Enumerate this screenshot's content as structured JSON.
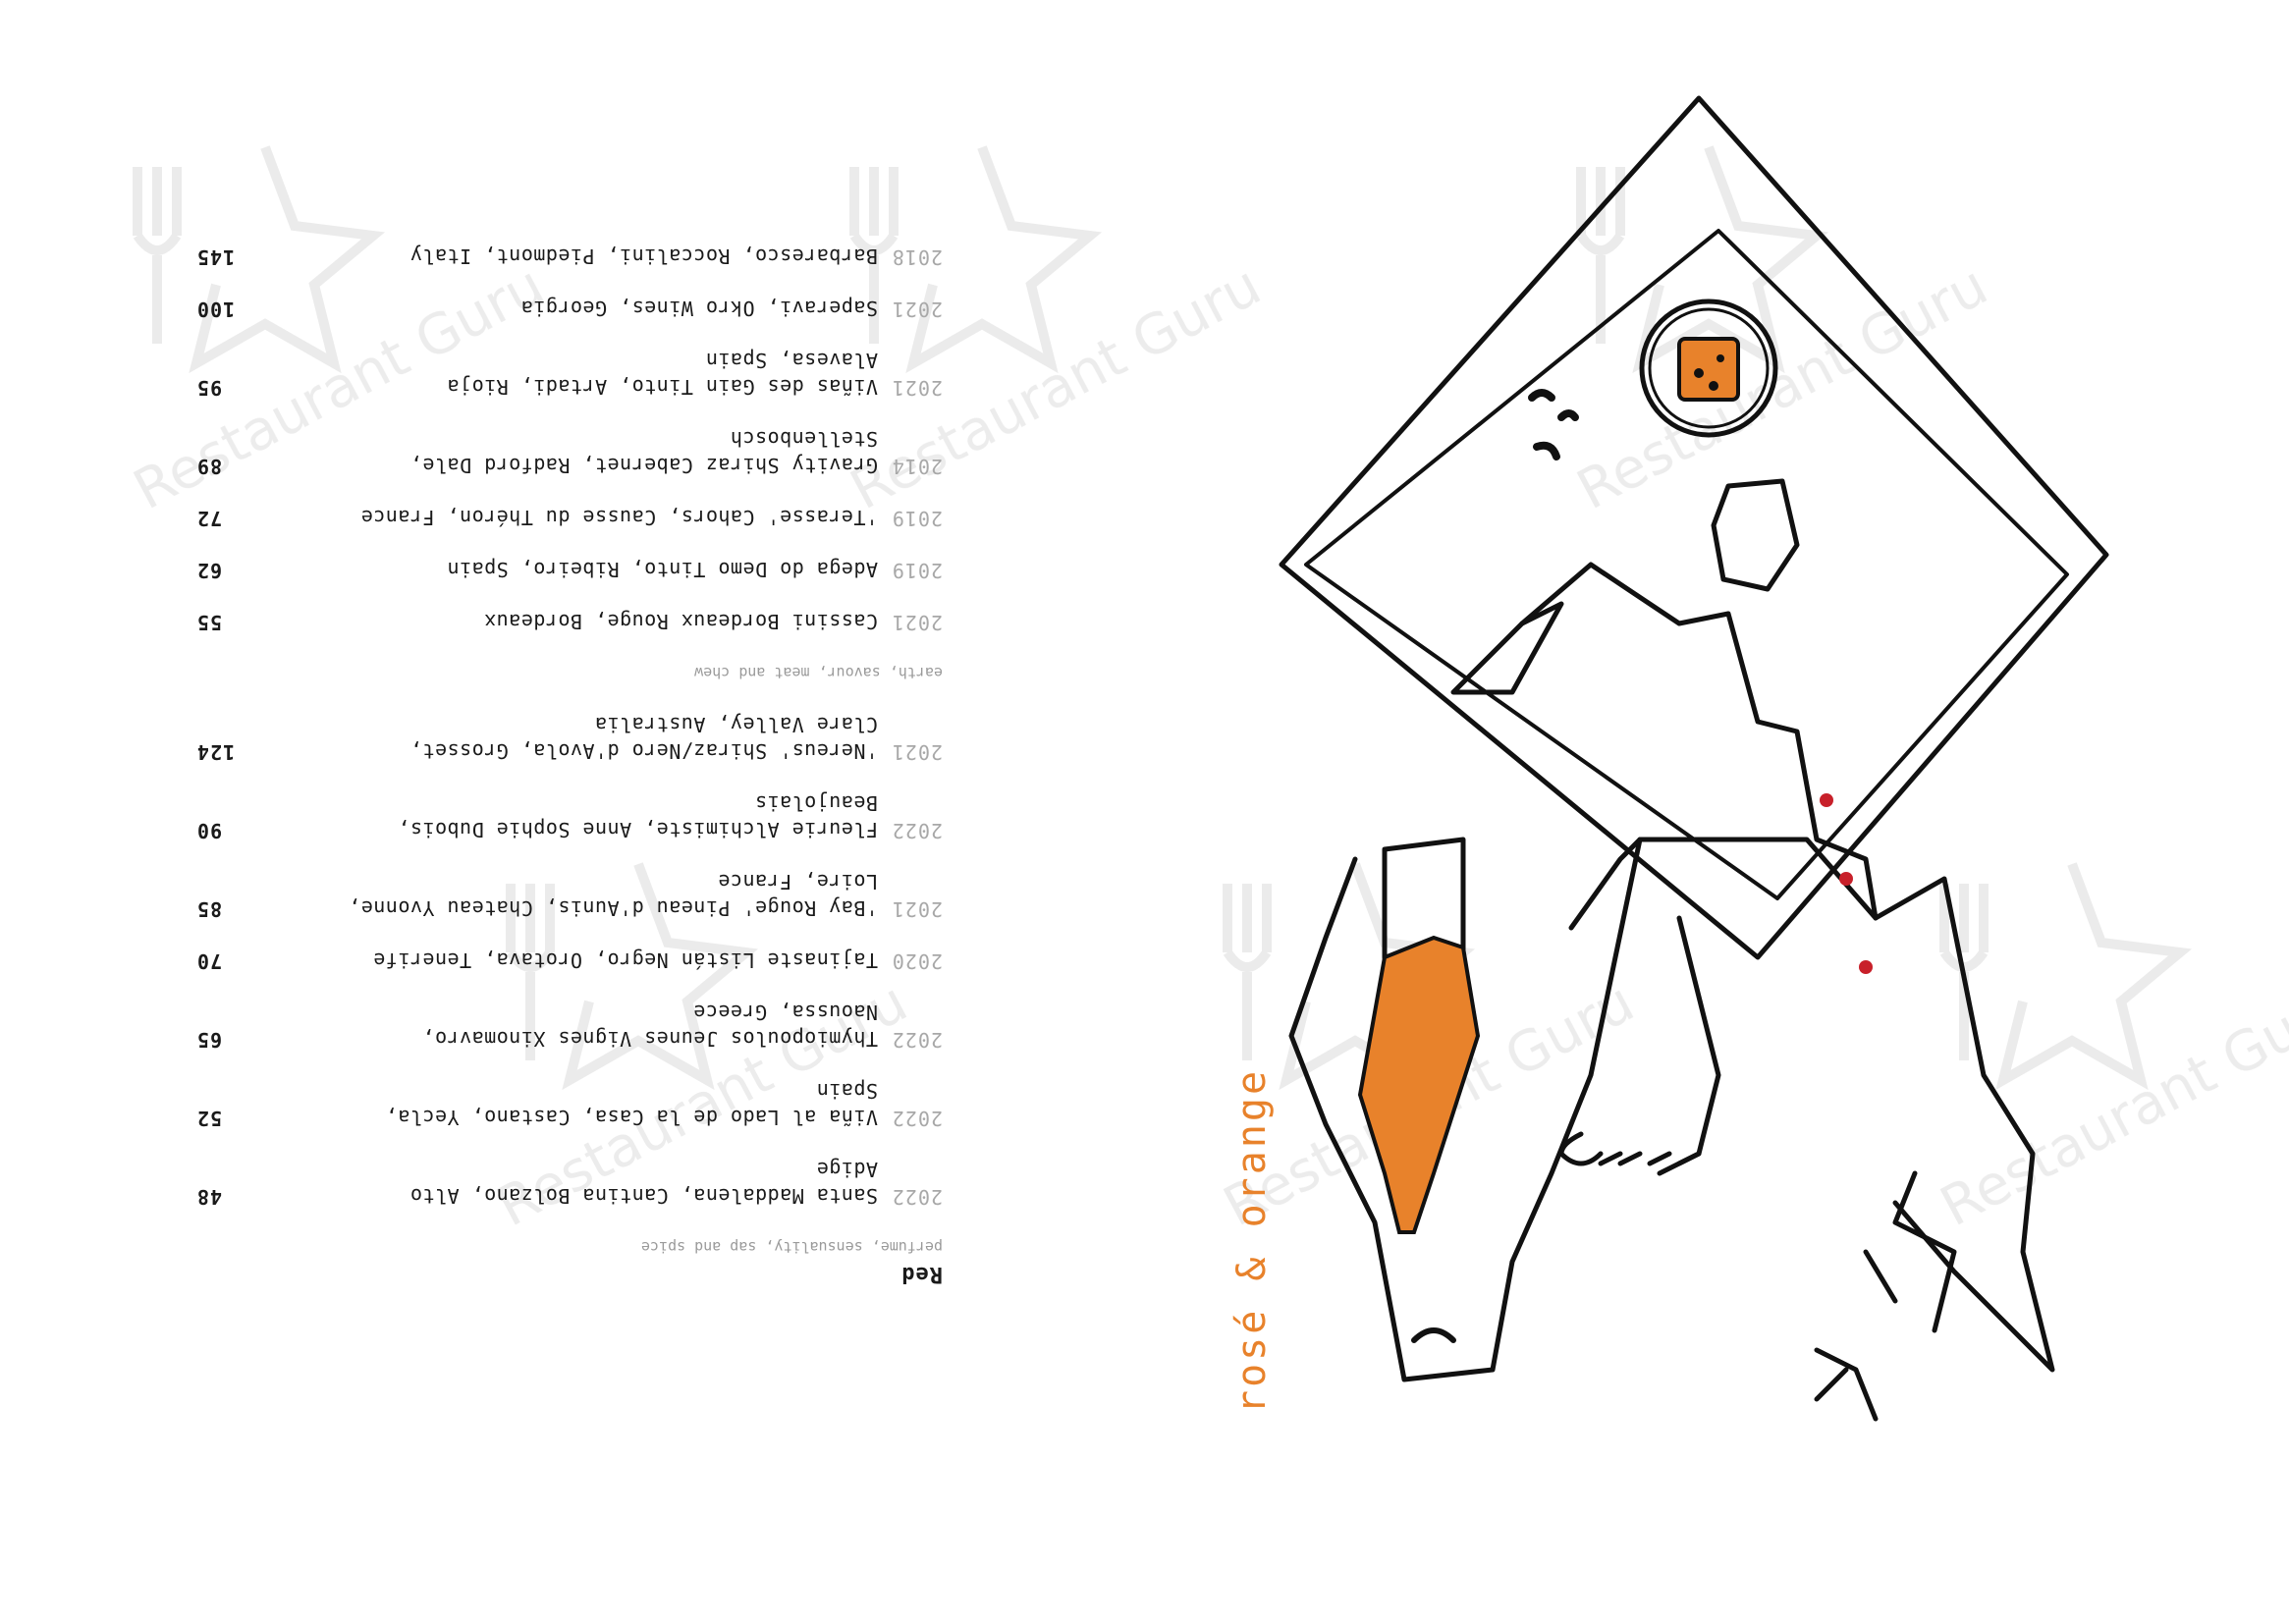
{
  "red_section": {
    "title": "Red",
    "subtitle": "perfume, sensuality, sap and spice",
    "wines": [
      {
        "year": "2022",
        "name": "Santa Maddalena, Cantina Bolzano, Alto Adige",
        "price": "48"
      },
      {
        "year": "2022",
        "name": "Viña al Lado de la Casa, Castano, Yecla, Spain",
        "price": "52"
      },
      {
        "year": "2022",
        "name": "Thymiopoulos Jeunes Vignes Xinomavro, Naoussa, Greece",
        "price": "65"
      },
      {
        "year": "2020",
        "name": "Tajinaste Listán Negro, Orotava, Tenerife",
        "price": "70"
      },
      {
        "year": "2021",
        "name": "'Bay Rouge' Pineau d'Aunis, Chateau Yvonne, Loire, France",
        "price": "85"
      },
      {
        "year": "2022",
        "name": "Fleurie Alchimiste, Anne Sophie Dubois, Beaujolais",
        "price": "90"
      },
      {
        "year": "2021",
        "name": "'Nereus' Shiraz/Nero d'Avola, Grosset, Clare Valley, Australia",
        "price": "124"
      }
    ]
  },
  "earth_section": {
    "subtitle": "earth, savour, meat and chew",
    "wines": [
      {
        "year": "2021",
        "name": "Cassini Bordeaux Rouge, Bordeaux",
        "price": "55"
      },
      {
        "year": "2019",
        "name": "Adega do Demo Tinto, Ribeiro, Spain",
        "price": "62"
      },
      {
        "year": "2019",
        "name": "'Terasse' Cahors, Causse du Théron, France",
        "price": "72"
      },
      {
        "year": "2014",
        "name": "Gravity Shiraz Cabernet, Radford Dale, Stellenbosch",
        "price": "89"
      },
      {
        "year": "2021",
        "name": "Viñas des Gain Tinto, Artadi, Rioja Alavesa, Spain",
        "price": "95"
      },
      {
        "year": "2021",
        "name": "Saperavi, Okro Wines, Georgia",
        "price": "100"
      },
      {
        "year": "2018",
        "name": "Barbaresco, Roccalini, Piedmont, Italy",
        "price": "145"
      }
    ]
  },
  "heading": {
    "text": "rosé & orange"
  },
  "watermark": {
    "text": "Restaurant Guru"
  },
  "colors": {
    "accent": "#e8822b",
    "ink": "#1a1a1a",
    "year_grey": "#a8a8a8",
    "dots": "#c8202a"
  }
}
